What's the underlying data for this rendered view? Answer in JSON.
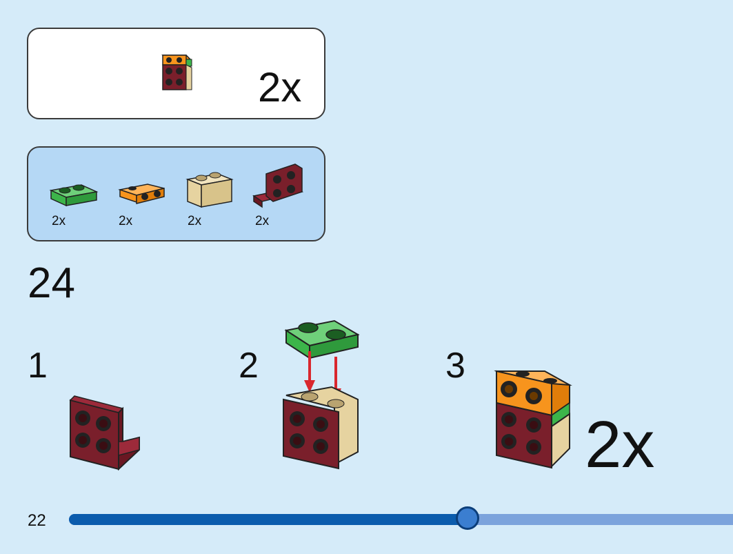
{
  "submodel": {
    "quantity": "2x"
  },
  "parts": [
    {
      "name": "green-plate-1x2",
      "quantity": "2x",
      "color": "#3cb54a"
    },
    {
      "name": "orange-bracket-1x2",
      "quantity": "2x",
      "color": "#f7941d"
    },
    {
      "name": "tan-brick-1x2",
      "quantity": "2x",
      "color": "#e6d3a0"
    },
    {
      "name": "dark-red-bracket-2x2",
      "quantity": "2x",
      "color": "#7a1f2b"
    }
  ],
  "main_step": "24",
  "substeps": [
    "1",
    "2",
    "3"
  ],
  "substep_quantity": "2x",
  "page_number": "22",
  "progress": {
    "fraction": 0.6
  },
  "colors": {
    "background": "#d5ebf9",
    "parts_background": "#b5d8f5",
    "progress_filled": "#0b5cad",
    "progress_empty": "#7ca3dc",
    "arrow": "#d9272e"
  }
}
